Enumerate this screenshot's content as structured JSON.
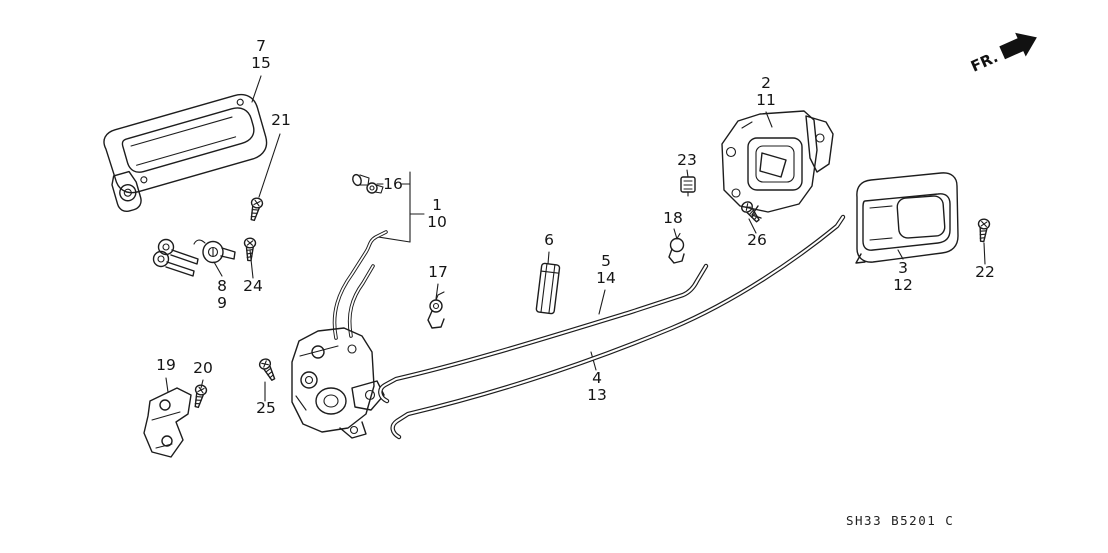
{
  "diagram": {
    "background": "#ffffff",
    "ink_color": "#1d1d1d"
  },
  "callouts": {
    "c1": "1",
    "c2": "2",
    "c3": "3",
    "c4": "4",
    "c5": "5",
    "c6": "6",
    "c7": "7",
    "c8": "8",
    "c9": "9",
    "c10": "10",
    "c11": "11",
    "c12": "12",
    "c13": "13",
    "c14": "14",
    "c15": "15",
    "c16": "16",
    "c17": "17",
    "c18": "18",
    "c19": "19",
    "c20": "20",
    "c21": "21",
    "c22": "22",
    "c23": "23",
    "c24": "24",
    "c25": "25",
    "c26": "26"
  },
  "direction_indicator": {
    "label": "FR."
  },
  "footer": {
    "drawing_code": "SH33 B5201 C"
  }
}
